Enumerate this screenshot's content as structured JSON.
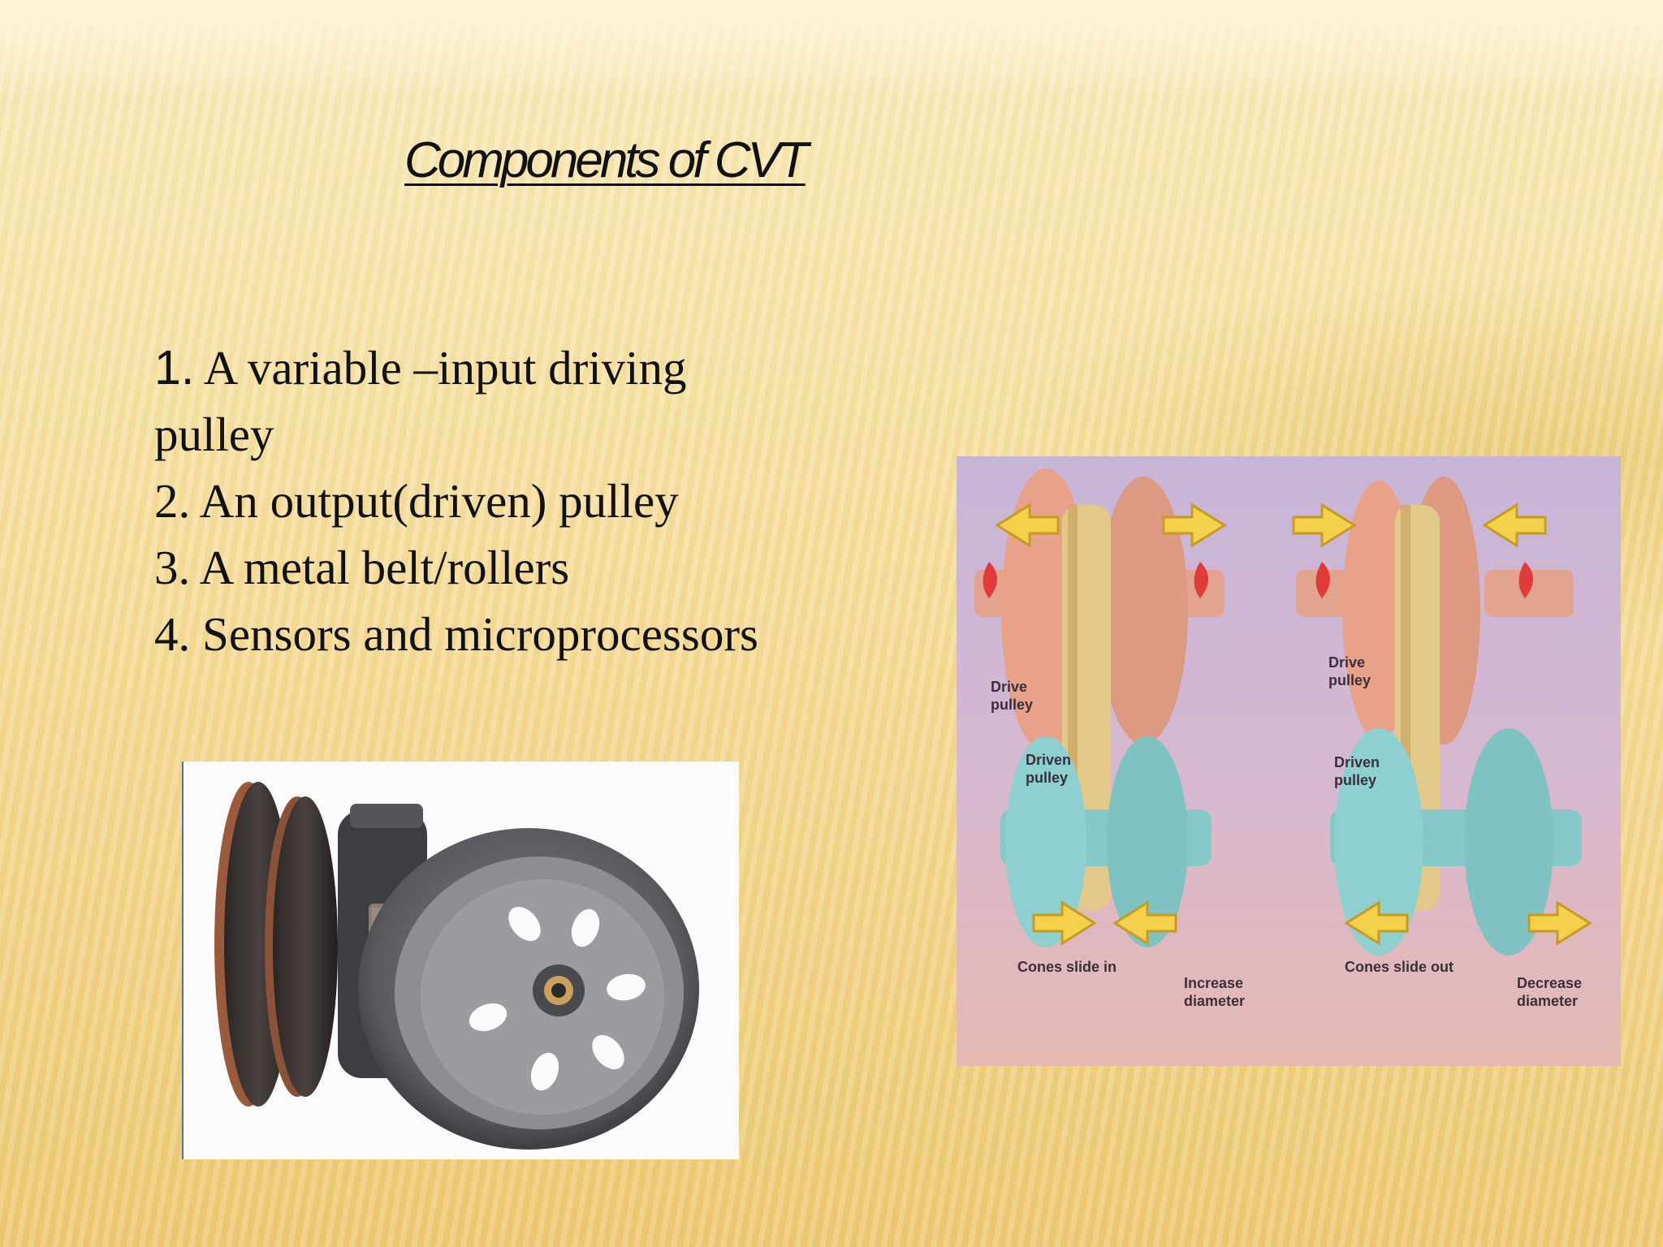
{
  "slide": {
    "title": "Components of CVT",
    "items": [
      {
        "number": "1.",
        "text": " A variable –input driving"
      },
      {
        "number": "",
        "text": "pulley"
      },
      {
        "number": "2.",
        "text": " An output(driven) pulley"
      },
      {
        "number": "3.",
        "text": " A metal belt/rollers"
      },
      {
        "number": "4.",
        "text": " Sensors and microprocessors"
      }
    ]
  },
  "diagram": {
    "left": {
      "drive_label_1": "Drive",
      "drive_label_2": "pulley",
      "driven_label_1": "Driven",
      "driven_label_2": "pulley",
      "cones_label": "Cones slide in",
      "change_label_1": "Increase",
      "change_label_2": "diameter"
    },
    "right": {
      "drive_label_1": "Drive",
      "drive_label_2": "pulley",
      "driven_label_1": "Driven",
      "driven_label_2": "pulley",
      "cones_label": "Cones slide out",
      "change_label_1": "Decrease",
      "change_label_2": "diameter"
    }
  }
}
